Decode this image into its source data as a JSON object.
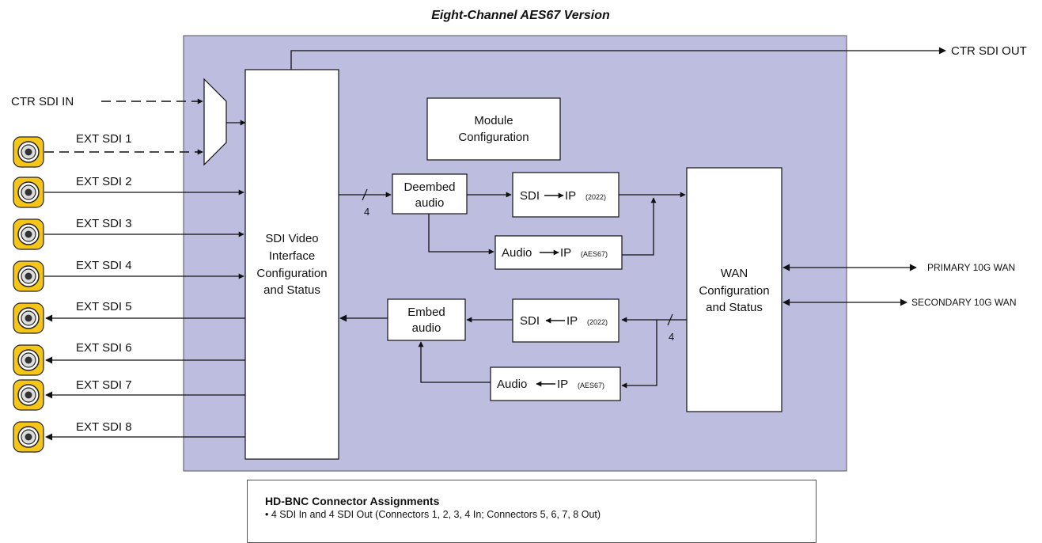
{
  "title": "Eight-Channel AES67 Version",
  "ctr_in": "CTR SDI IN",
  "ctr_out": "CTR SDI OUT",
  "ext": [
    "EXT SDI 1",
    "EXT SDI 2",
    "EXT SDI 3",
    "EXT SDI 4",
    "EXT SDI 5",
    "EXT SDI 6",
    "EXT SDI 7",
    "EXT SDI 8"
  ],
  "blocks": {
    "sdi_video": [
      "SDI Video",
      "Interface",
      "Configuration",
      "and Status"
    ],
    "module_config": [
      "Module",
      "Configuration"
    ],
    "deembed": [
      "Deembed",
      "audio"
    ],
    "embed": [
      "Embed",
      "audio"
    ],
    "sdi_ip_tx": {
      "a": "SDI",
      "b": "IP",
      "c": "(2022)"
    },
    "audio_ip_tx": {
      "a": "Audio",
      "b": "IP",
      "c": "(AES67)"
    },
    "sdi_ip_rx": {
      "a": "SDI",
      "b": "IP",
      "c": "(2022)"
    },
    "audio_ip_rx": {
      "a": "Audio",
      "b": "IP",
      "c": "(AES67)"
    },
    "wan": [
      "WAN",
      "Configuration",
      "and Status"
    ]
  },
  "bus_width_top": "4",
  "bus_width_bottom": "4",
  "primary_wan": "PRIMARY 10G WAN",
  "secondary_wan": "SECONDARY 10G WAN",
  "notes": {
    "title": "HD-BNC Connector Assignments",
    "line": "• 4 SDI In and 4 SDI Out (Connectors 1, 2, 3, 4 In; Connectors 5, 6, 7, 8 Out)"
  },
  "colors": {
    "panel": "#bdbde0",
    "connector": "#f5c518"
  }
}
